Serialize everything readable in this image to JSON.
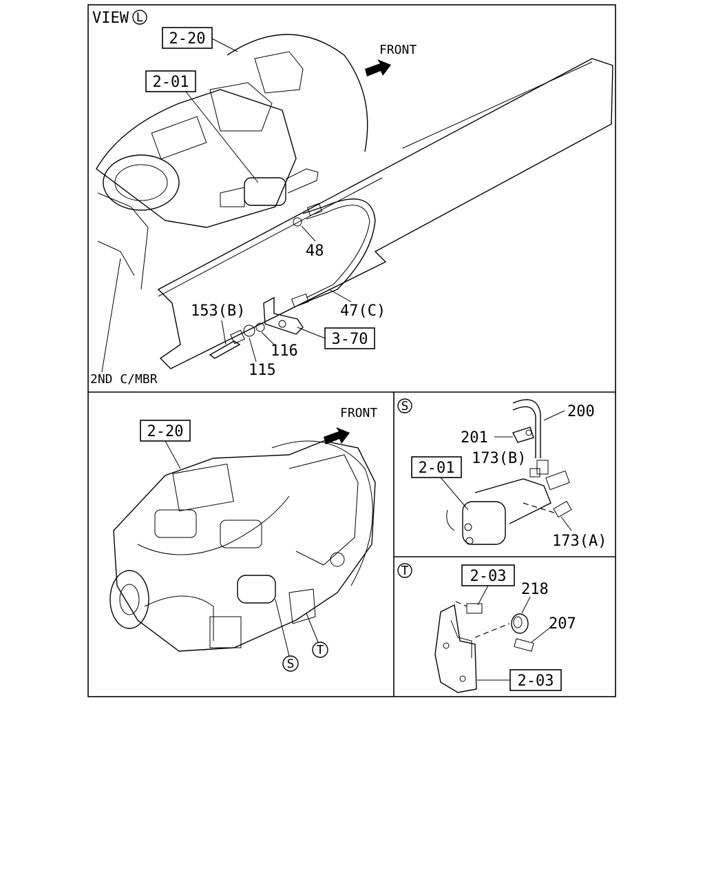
{
  "top_panel": {
    "view_text": "VIEW",
    "view_marker": "L",
    "front_label": "FRONT",
    "member_label": "2ND C/MBR",
    "ref_boxes": [
      "2-20",
      "2-01",
      "3-70"
    ],
    "part_numbers": [
      "48",
      "47(C)",
      "153(B)",
      "116",
      "115"
    ]
  },
  "bottom_left_panel": {
    "front_label": "FRONT",
    "ref_boxes": [
      "2-20"
    ],
    "detail_markers": [
      "S",
      "T"
    ]
  },
  "detail_s_panel": {
    "marker": "S",
    "ref_boxes": [
      "2-01"
    ],
    "part_numbers": [
      "200",
      "201",
      "173(B)",
      "173(A)"
    ]
  },
  "detail_t_panel": {
    "marker": "T",
    "ref_boxes": [
      "2-03",
      "2-03"
    ],
    "part_numbers": [
      "218",
      "207"
    ]
  }
}
